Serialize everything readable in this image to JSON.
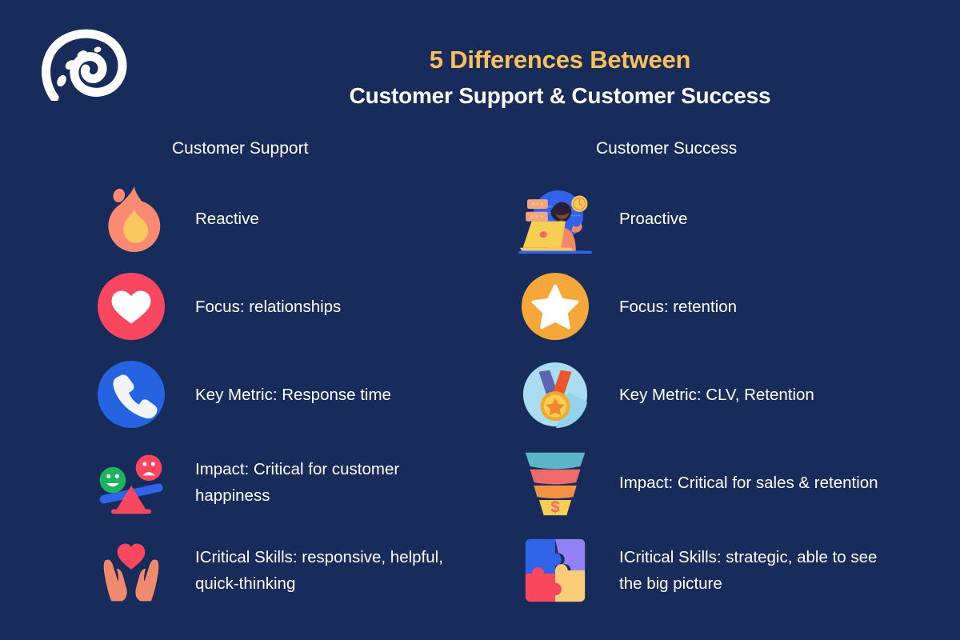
{
  "theme": {
    "background": "#182c5c",
    "accent_gold": "#fbc05a",
    "text_white": "#ffffff",
    "flame_outer": "#fa8a72",
    "flame_inner": "#fbc860",
    "heart_circle": "#f9475f",
    "star_circle": "#f5a73a",
    "phone_circle": "#2563e0",
    "medal_circle": "#aadcf2",
    "funnel_teal": "#5bb7c8",
    "funnel_red": "#ef6b6b",
    "funnel_orange": "#f59244",
    "funnel_yellow": "#f8cf52",
    "puzzle_blue": "#2f63e8",
    "puzzle_purple": "#9181f4",
    "puzzle_red": "#f9475f",
    "puzzle_yellow": "#fbcd79",
    "face_happy": "#1eb45e",
    "face_sad": "#f9475f",
    "seesaw_plank": "#2f63e8",
    "hands": "#ef8a6e"
  },
  "header": {
    "logo_name": "spiral-wave-logo",
    "title_line_1": "5 Differences Between",
    "title_line_2": "Customer Support & Customer Success"
  },
  "columns": {
    "left_header": "Customer Support",
    "right_header": "Customer Success"
  },
  "rows": [
    {
      "left": {
        "icon": "flame-icon",
        "text": "Reactive"
      },
      "right": {
        "icon": "person-laptop-illustration",
        "text": "Proactive"
      }
    },
    {
      "left": {
        "icon": "heart-circle-icon",
        "text": "Focus: relationships"
      },
      "right": {
        "icon": "star-circle-icon",
        "text": "Focus: retention"
      }
    },
    {
      "left": {
        "icon": "phone-circle-icon",
        "text": "Key Metric: Response time"
      },
      "right": {
        "icon": "medal-icon",
        "text": "Key Metric: CLV, Retention"
      }
    },
    {
      "left": {
        "icon": "seesaw-balance-icon",
        "text": "Impact: Critical for customer happiness"
      },
      "right": {
        "icon": "sales-funnel-icon",
        "text": "Impact: Critical for sales & retention"
      }
    },
    {
      "left": {
        "icon": "hands-heart-icon",
        "text": "ICritical Skills: responsive, helpful, quick-thinking"
      },
      "right": {
        "icon": "puzzle-pieces-icon",
        "text": "ICritical Skills: strategic, able to see the big picture"
      }
    }
  ]
}
